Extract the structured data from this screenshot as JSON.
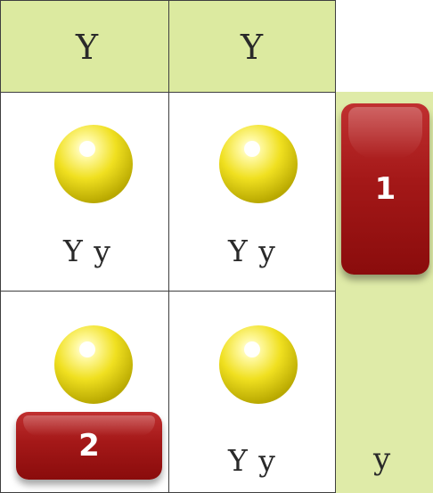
{
  "header": {
    "col1_allele": "Y",
    "col2_allele": "Y"
  },
  "rows": [
    {
      "cells": [
        {
          "genotype": "Y y",
          "phenotype_icon": "yellow-pea-icon"
        },
        {
          "genotype": "Y y",
          "phenotype_icon": "yellow-pea-icon"
        }
      ],
      "side_allele": ""
    },
    {
      "cells": [
        {
          "genotype": "",
          "phenotype_icon": "yellow-pea-icon"
        },
        {
          "genotype": "Y y",
          "phenotype_icon": "yellow-pea-icon"
        }
      ],
      "side_allele": "y"
    }
  ],
  "badges": {
    "badge1_label": "1",
    "badge2_label": "2"
  },
  "colors": {
    "header_fill": "#dceaa0",
    "pea_yellow": "#f0e020",
    "badge_red": "#a41818"
  }
}
